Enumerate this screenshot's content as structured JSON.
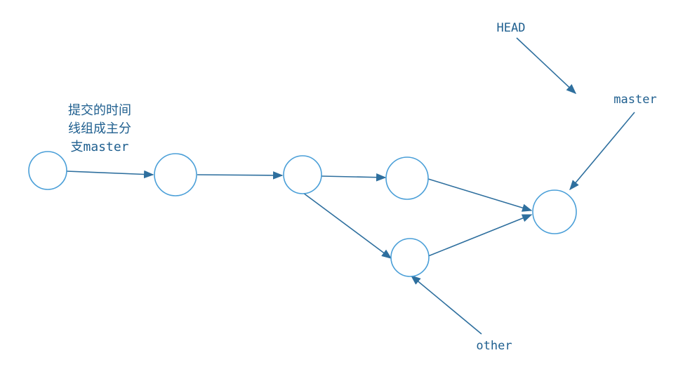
{
  "diagram": {
    "note_lines": [
      "提交的时间",
      "线组成主分",
      "支"
    ],
    "note_suffix": "master",
    "labels": {
      "head": "HEAD",
      "master": "master",
      "other": "other"
    },
    "colors": {
      "node_stroke": "#4a9fd8",
      "edge": "#2e6f9e",
      "text": "#1f5f8f"
    }
  }
}
